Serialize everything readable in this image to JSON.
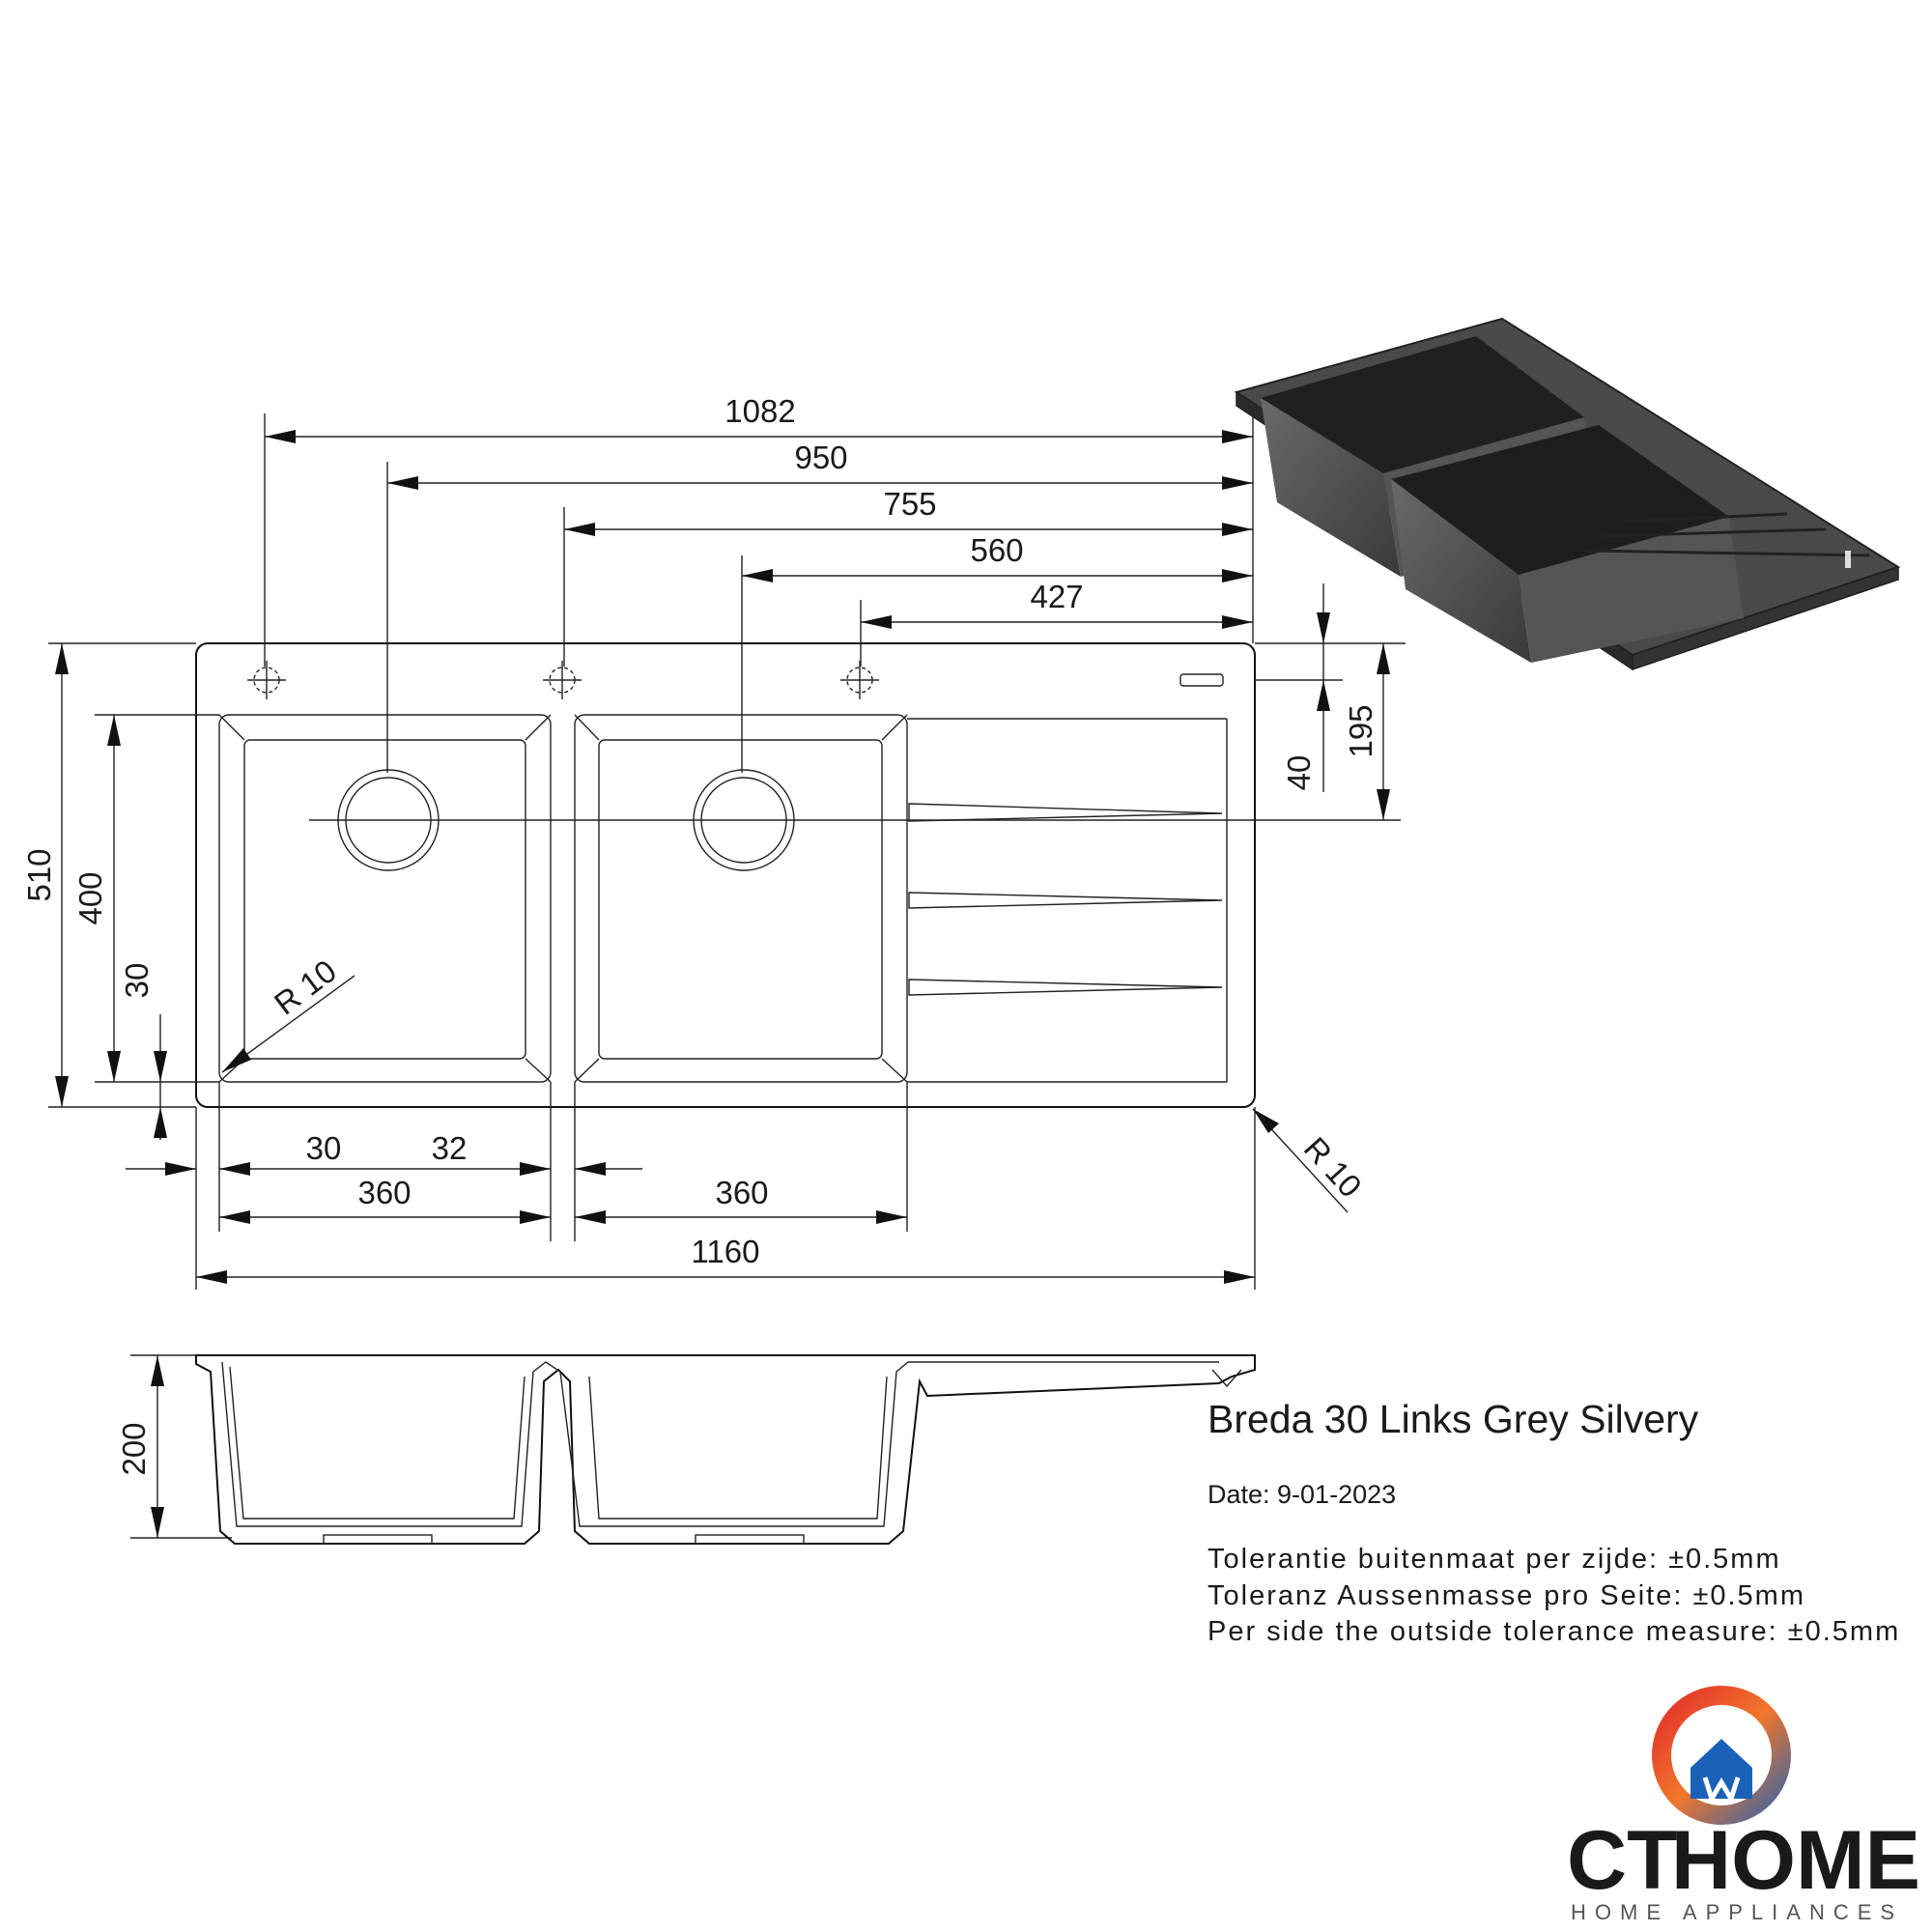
{
  "product": {
    "title": "Breda 30 Links Grey Silvery",
    "date": "Date: 9-01-2023",
    "tolerances": [
      "Tolerantie buitenmaat per zijde: ±0.5mm",
      "Toleranz Aussenmasse pro Seite: ±0.5mm",
      "Per side the outside tolerance measure: ±0.5mm"
    ]
  },
  "dimensions": {
    "d1082": "1082",
    "d950": "950",
    "d755": "755",
    "d560": "560",
    "d427": "427",
    "d40": "40",
    "d195": "195",
    "d510": "510",
    "d400": "400",
    "d30v": "30",
    "r10_inner": "R 10",
    "r10_outer": "R 10",
    "d30h": "30",
    "d32": "32",
    "d360_left": "360",
    "d360_right": "360",
    "d1160": "1160",
    "d200": "200"
  },
  "logo": {
    "brand_ct": "CT",
    "brand_home": "HOME",
    "tagline": "HOME APPLIANCES",
    "colors": {
      "red": "#e0212b",
      "blue": "#1a62b8",
      "orange": "#f2762b"
    }
  }
}
